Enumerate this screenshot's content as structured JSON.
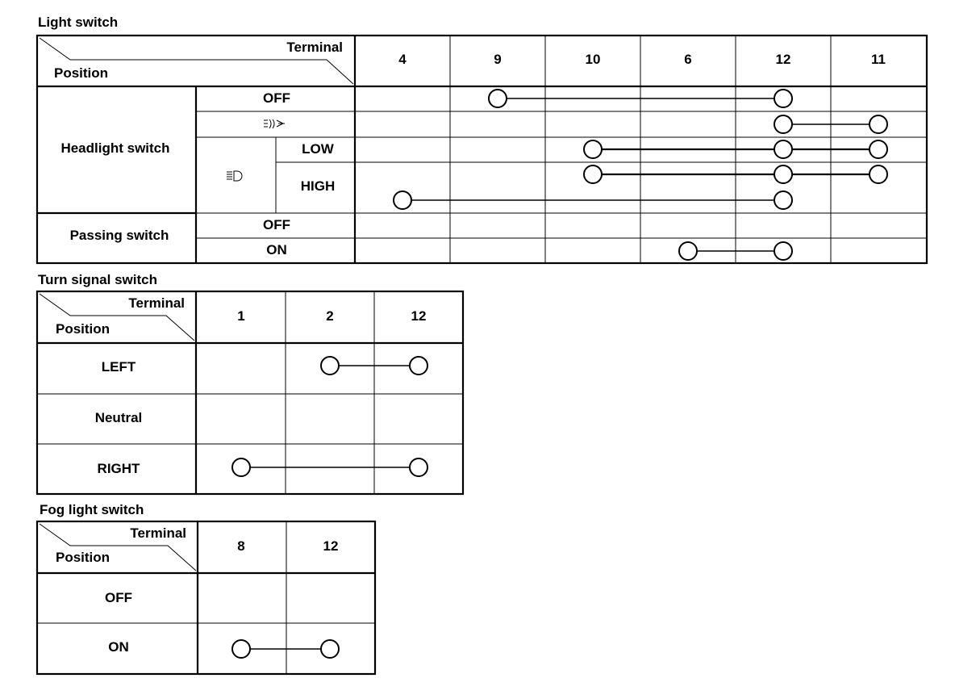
{
  "light_switch": {
    "title": "Light switch",
    "header": {
      "terminal": "Terminal",
      "position": "Position"
    },
    "terminals": [
      "4",
      "9",
      "10",
      "6",
      "12",
      "11"
    ],
    "groups": {
      "headlight": "Headlight switch",
      "passing": "Passing switch"
    },
    "rows": {
      "off": "OFF",
      "parking_icon": "parking-lamp-icon",
      "low": "LOW",
      "high": "HIGH",
      "headlamp_icon": "headlamp-icon",
      "passing_off": "OFF",
      "passing_on": "ON"
    },
    "connections": [
      {
        "position": "OFF",
        "terminals": [
          "9",
          "12"
        ]
      },
      {
        "position": "parking",
        "terminals": [
          "12",
          "11"
        ]
      },
      {
        "position": "LOW",
        "terminals": [
          "10",
          "12",
          "11"
        ]
      },
      {
        "position": "HIGH",
        "terminals": [
          "10",
          "12",
          "11"
        ]
      },
      {
        "position": "HIGH",
        "terminals": [
          "4",
          "12"
        ]
      },
      {
        "position": "Passing ON",
        "terminals": [
          "6",
          "12"
        ]
      }
    ]
  },
  "turn_signal_switch": {
    "title": "Turn signal switch",
    "header": {
      "terminal": "Terminal",
      "position": "Position"
    },
    "terminals": [
      "1",
      "2",
      "12"
    ],
    "rows": [
      "LEFT",
      "Neutral",
      "RIGHT"
    ],
    "connections": [
      {
        "position": "LEFT",
        "terminals": [
          "2",
          "12"
        ]
      },
      {
        "position": "RIGHT",
        "terminals": [
          "1",
          "12"
        ]
      }
    ]
  },
  "fog_light_switch": {
    "title": "Fog light switch",
    "header": {
      "terminal": "Terminal",
      "position": "Position"
    },
    "terminals": [
      "8",
      "12"
    ],
    "rows": [
      "OFF",
      "ON"
    ],
    "connections": [
      {
        "position": "ON",
        "terminals": [
          "8",
          "12"
        ]
      }
    ]
  }
}
